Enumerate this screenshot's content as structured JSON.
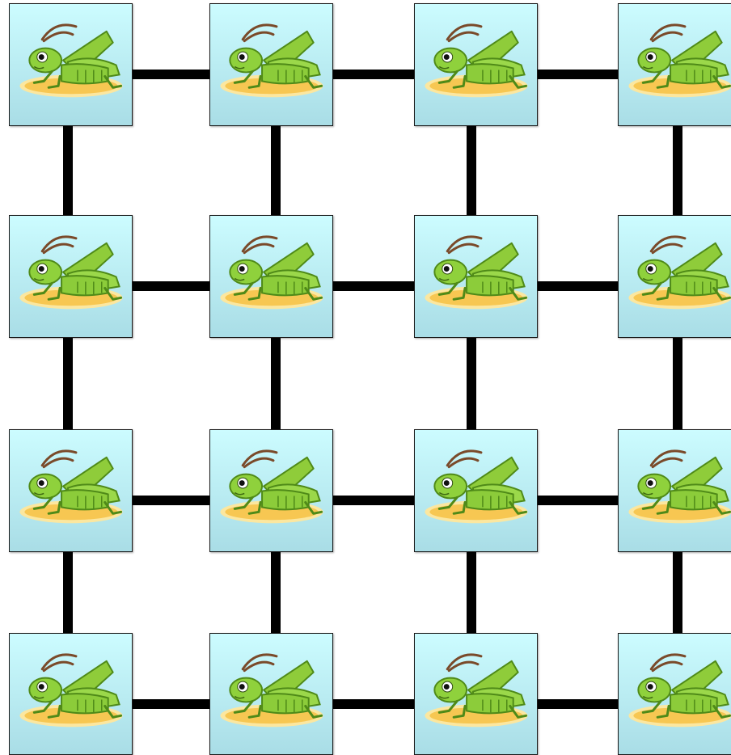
{
  "board": {
    "rows": 4,
    "cols": 4,
    "piece_icon": "grasshopper-icon",
    "tile_color_top": "#ccfcff",
    "tile_color_bottom": "#a9dde6",
    "edge_color": "#000000",
    "tiles": [
      {
        "row": 1,
        "col": 1,
        "piece": "grasshopper"
      },
      {
        "row": 1,
        "col": 2,
        "piece": "grasshopper"
      },
      {
        "row": 1,
        "col": 3,
        "piece": "grasshopper"
      },
      {
        "row": 1,
        "col": 4,
        "piece": "grasshopper"
      },
      {
        "row": 2,
        "col": 1,
        "piece": "grasshopper"
      },
      {
        "row": 2,
        "col": 2,
        "piece": "grasshopper"
      },
      {
        "row": 2,
        "col": 3,
        "piece": "grasshopper"
      },
      {
        "row": 2,
        "col": 4,
        "piece": "grasshopper"
      },
      {
        "row": 3,
        "col": 1,
        "piece": "grasshopper"
      },
      {
        "row": 3,
        "col": 2,
        "piece": "grasshopper"
      },
      {
        "row": 3,
        "col": 3,
        "piece": "grasshopper"
      },
      {
        "row": 3,
        "col": 4,
        "piece": "grasshopper"
      },
      {
        "row": 4,
        "col": 1,
        "piece": "grasshopper"
      },
      {
        "row": 4,
        "col": 2,
        "piece": "grasshopper"
      },
      {
        "row": 4,
        "col": 3,
        "piece": "grasshopper"
      },
      {
        "row": 4,
        "col": 4,
        "piece": "grasshopper"
      }
    ]
  }
}
